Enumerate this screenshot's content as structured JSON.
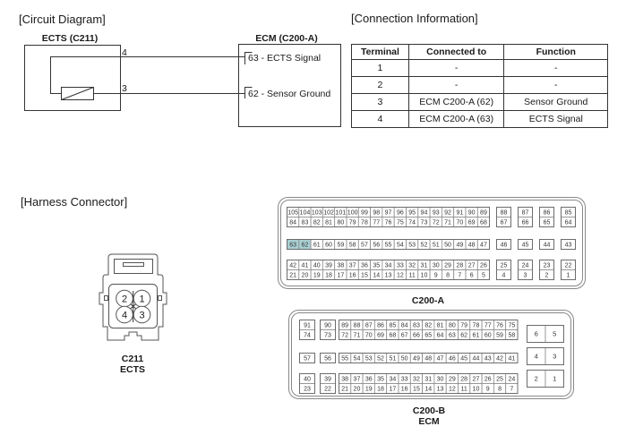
{
  "sections": {
    "circuit_diagram_title": "[Circuit Diagram]",
    "connection_info_title": "[Connection Information]",
    "harness_connector_title": "[Harness Connector]"
  },
  "circuit": {
    "sensor_label": "ECTS (C211)",
    "ecm_label": "ECM (C200-A)",
    "wires": [
      {
        "sensor_pin": "4",
        "ecm_pin_label": "63 - ECTS Signal"
      },
      {
        "sensor_pin": "3",
        "ecm_pin_label": "62 - Sensor Ground"
      }
    ]
  },
  "connection_table": {
    "headers": [
      "Terminal",
      "Connected to",
      "Function"
    ],
    "rows": [
      [
        "1",
        "-",
        "-"
      ],
      [
        "2",
        "-",
        "-"
      ],
      [
        "3",
        "ECM C200-A (62)",
        "Sensor Ground"
      ],
      [
        "4",
        "ECM C200-A (63)",
        "ECTS Signal"
      ]
    ]
  },
  "harness": {
    "c211": {
      "pins": [
        "2",
        "1",
        "4",
        "3"
      ],
      "label_code": "C211",
      "label_name": "ECTS"
    },
    "c200a": {
      "label": "C200-A",
      "highlight_color": "#a9cfd2",
      "highlighted_pins": [
        "63",
        "62"
      ],
      "blocks": [
        {
          "rows": [
            [
              105,
              104,
              103,
              102,
              101,
              100,
              99,
              98,
              97,
              96,
              95,
              94,
              93,
              92,
              91,
              90,
              89
            ],
            [
              84,
              83,
              82,
              81,
              80,
              79,
              78,
              77,
              76,
              75,
              74,
              73,
              72,
              71,
              70,
              69,
              68
            ]
          ]
        },
        {
          "rows": [
            [
              63,
              62,
              61,
              60,
              59,
              58,
              57,
              56,
              55,
              54,
              53,
              52,
              51,
              50,
              49,
              48,
              47
            ]
          ]
        },
        {
          "rows": [
            [
              42,
              41,
              40,
              39,
              38,
              37,
              36,
              35,
              34,
              33,
              32,
              31,
              30,
              29,
              28,
              27,
              26
            ],
            [
              21,
              20,
              19,
              18,
              17,
              16,
              15,
              14,
              13,
              12,
              11,
              10,
              9,
              8,
              7,
              6,
              5
            ]
          ]
        },
        {
          "rows": [
            [
              88
            ],
            [
              67
            ]
          ]
        },
        {
          "rows": [
            [
              87
            ],
            [
              66
            ]
          ]
        },
        {
          "rows": [
            [
              86
            ],
            [
              65
            ]
          ]
        },
        {
          "rows": [
            [
              85
            ],
            [
              64
            ]
          ]
        },
        {
          "rows": [
            [
              46
            ]
          ]
        },
        {
          "rows": [
            [
              45
            ]
          ]
        },
        {
          "rows": [
            [
              44
            ]
          ]
        },
        {
          "rows": [
            [
              43
            ]
          ]
        },
        {
          "rows": [
            [
              25
            ],
            [
              4
            ]
          ]
        },
        {
          "rows": [
            [
              24
            ],
            [
              3
            ]
          ]
        },
        {
          "rows": [
            [
              23
            ],
            [
              2
            ]
          ]
        },
        {
          "rows": [
            [
              22
            ],
            [
              1
            ]
          ]
        }
      ]
    },
    "c200b": {
      "label": "C200-B",
      "sublabel": "ECM",
      "highlighted_pins": [],
      "blocks": [
        {
          "rows": [
            [
              91
            ],
            [
              74
            ]
          ]
        },
        {
          "rows": [
            [
              90
            ],
            [
              73
            ]
          ]
        },
        {
          "rows": [
            [
              89,
              88,
              87,
              86,
              85,
              84,
              83,
              82,
              81,
              80,
              79,
              78,
              77,
              76,
              75
            ],
            [
              72,
              71,
              70,
              69,
              68,
              67,
              66,
              65,
              64,
              63,
              62,
              61,
              60,
              59,
              58
            ]
          ]
        },
        {
          "rows": [
            [
              57
            ]
          ]
        },
        {
          "rows": [
            [
              56
            ]
          ]
        },
        {
          "rows": [
            [
              55,
              54,
              53,
              52,
              51,
              50,
              49,
              48,
              47,
              46,
              45,
              44,
              43,
              42,
              41
            ]
          ]
        },
        {
          "rows": [
            [
              40
            ],
            [
              23
            ]
          ]
        },
        {
          "rows": [
            [
              39
            ],
            [
              22
            ]
          ]
        },
        {
          "rows": [
            [
              38,
              37,
              36,
              35,
              34,
              33,
              32,
              31,
              30,
              29,
              28,
              27,
              26,
              25,
              24
            ],
            [
              21,
              20,
              19,
              18,
              17,
              16,
              15,
              14,
              13,
              12,
              11,
              10,
              9,
              8,
              7
            ]
          ]
        },
        {
          "rows": [
            [
              6,
              5
            ]
          ]
        },
        {
          "rows": [
            [
              4,
              3
            ]
          ]
        },
        {
          "rows": [
            [
              2,
              1
            ]
          ]
        }
      ]
    }
  }
}
